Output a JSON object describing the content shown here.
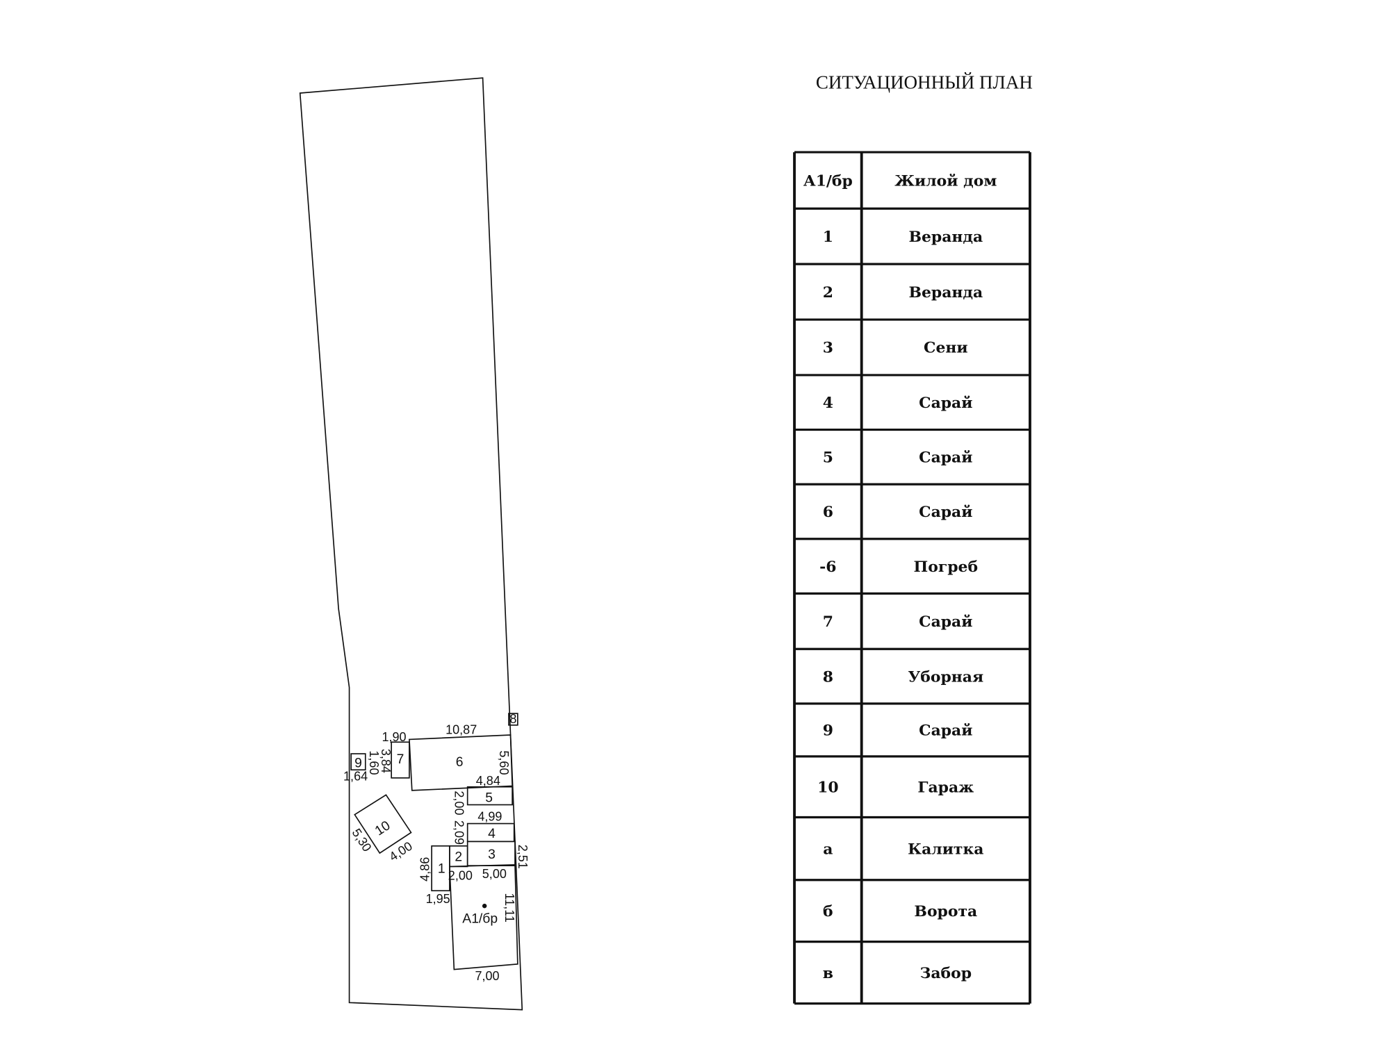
{
  "title": "СИТУАЦИОННЫЙ ПЛАН",
  "plan": {
    "buildings": {
      "b6": "6",
      "b7": "7",
      "b9": "9",
      "b5": "5",
      "b4": "4",
      "b3": "3",
      "b2": "2",
      "b1": "1",
      "main": "А1/бр",
      "b10": "10",
      "b8": "8"
    },
    "dimensions": {
      "d190": "1,90",
      "d1087": "10,87",
      "d384": "3,84",
      "d160": "1,60",
      "d164": "1,64",
      "d560": "5,60",
      "d484": "4,84",
      "d200a": "2,00",
      "d499": "4,99",
      "d209": "2,09",
      "d530": "5,30",
      "d400": "4,00",
      "d251": "2,51",
      "d486": "4,86",
      "d200b": "2,00",
      "d500": "5,00",
      "d195": "1,95",
      "d1111": "11,11",
      "d700": "7,00"
    }
  },
  "legend": [
    {
      "code": "А1/бр",
      "name": "Жилой дом"
    },
    {
      "code": "1",
      "name": "Веранда"
    },
    {
      "code": "2",
      "name": "Веранда"
    },
    {
      "code": "3",
      "name": "Сени"
    },
    {
      "code": "4",
      "name": "Сарай"
    },
    {
      "code": "5",
      "name": "Сарай"
    },
    {
      "code": "6",
      "name": "Сарай"
    },
    {
      "code": "-6",
      "name": "Погреб"
    },
    {
      "code": "7",
      "name": "Сарай"
    },
    {
      "code": "8",
      "name": "Уборная"
    },
    {
      "code": "9",
      "name": "Сарай"
    },
    {
      "code": "10",
      "name": "Гараж"
    },
    {
      "code": "а",
      "name": "Калитка"
    },
    {
      "code": "б",
      "name": "Ворота"
    },
    {
      "code": "в",
      "name": "Забор"
    }
  ]
}
